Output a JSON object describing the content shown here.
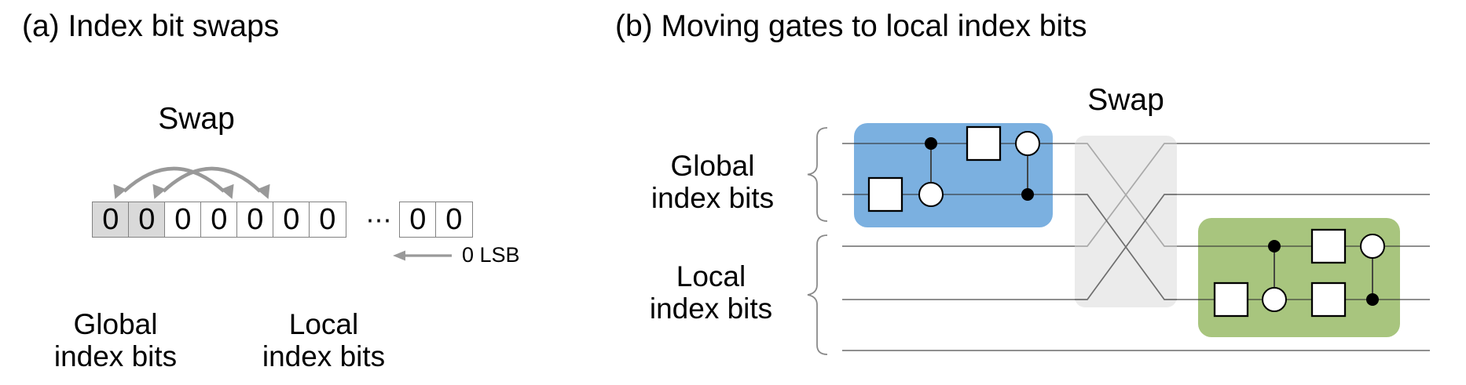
{
  "panel_a": {
    "title": "(a) Index bit swaps",
    "swap_label": "Swap",
    "bit_cells": [
      "0",
      "0",
      "0",
      "0",
      "0",
      "0",
      "0"
    ],
    "bit_cells_tail": [
      "0",
      "0"
    ],
    "ellipsis": "⋯",
    "lsb_label": "0 LSB",
    "global_label_line1": "Global",
    "global_label_line2": "index bits",
    "local_label_line1": "Local",
    "local_label_line2": "index bits"
  },
  "panel_b": {
    "title": "(b) Moving gates to local index bits",
    "swap_label": "Swap",
    "global_label_line1": "Global",
    "global_label_line2": "index bits",
    "local_label_line1": "Local",
    "local_label_line2": "index bits",
    "wire_count": 5,
    "colors": {
      "global_gates_box": "#7bb0e0",
      "local_gates_box": "#a8c57e",
      "swap_box": "#ebebeb",
      "shaded_cell": "#d9d9d9",
      "arrow_gray": "#999999",
      "wire_gray": "#565656"
    }
  }
}
